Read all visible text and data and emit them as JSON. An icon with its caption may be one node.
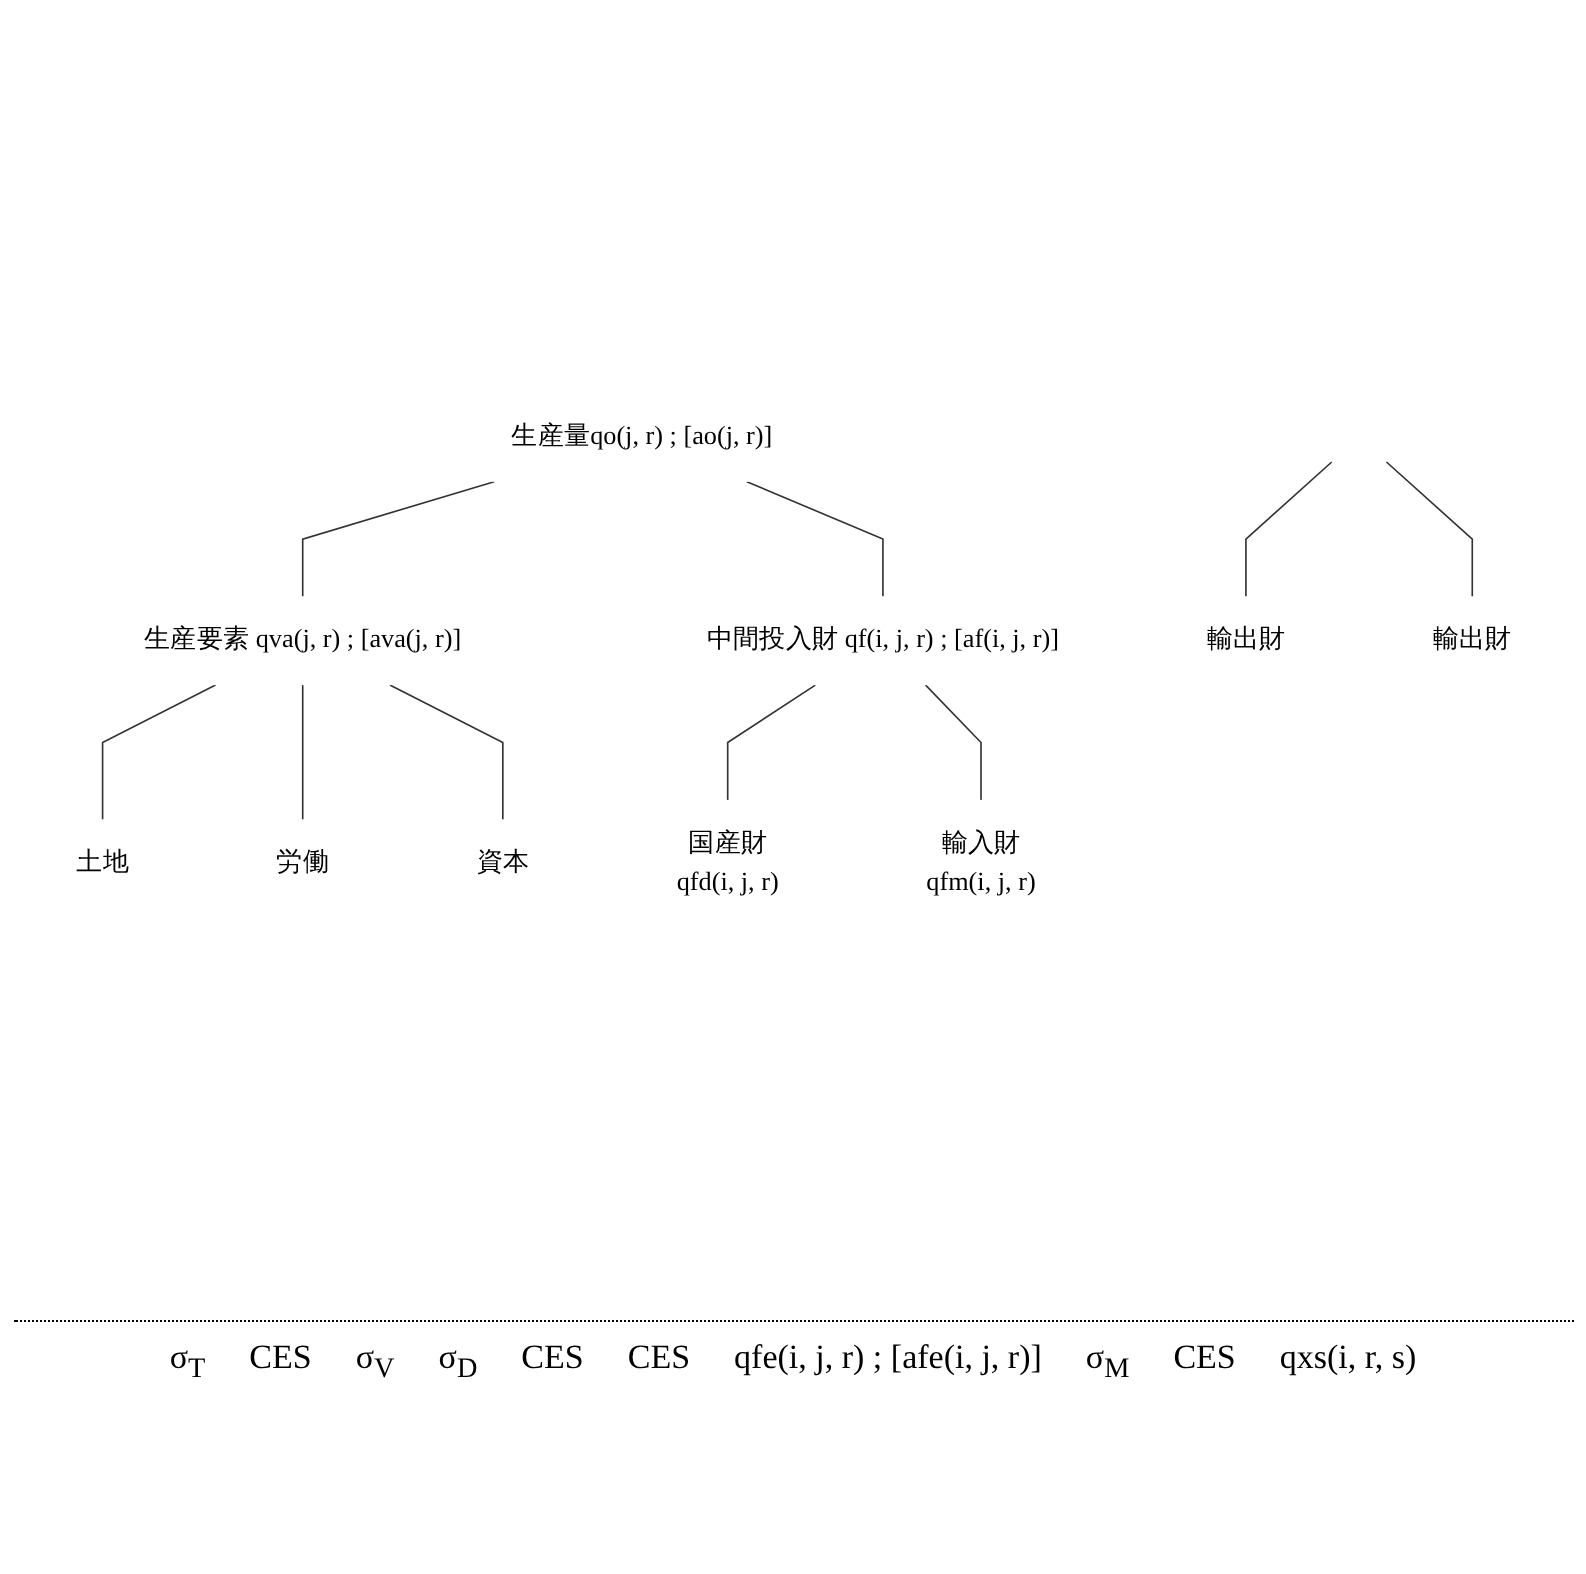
{
  "diagram": {
    "nodes": [
      {
        "text": [
          "生産量qo(j, r) ; [ao(j, r)]"
        ]
      },
      {
        "text": [
          "生産要素 qva(j, r) ; [ava(j, r)]"
        ]
      },
      {
        "text": [
          "中間投入財 qf(i, j, r) ; [af(i, j, r)]"
        ]
      },
      {
        "text": [
          "土地"
        ]
      },
      {
        "text": [
          "労働"
        ]
      },
      {
        "text": [
          "資本"
        ]
      },
      {
        "text": [
          "国産財",
          "qfd(i, j, r)"
        ]
      },
      {
        "text": [
          "輸入財",
          "qfm(i, j, r)"
        ]
      },
      {
        "text": [
          "輸出財"
        ]
      },
      {
        "text": [
          "輸出財"
        ]
      }
    ],
    "edges": [
      {
        "from": 0,
        "to": 1,
        "arrow": "none"
      },
      {
        "from": 0,
        "to": 2,
        "arrow": "none"
      },
      {
        "from": 1,
        "to": 3,
        "arrow": "none"
      },
      {
        "from": 1,
        "to": 4,
        "arrow": "none"
      },
      {
        "from": 1,
        "to": 5,
        "arrow": "none"
      },
      {
        "from": 2,
        "to": 6,
        "arrow": "none"
      },
      {
        "from": 2,
        "to": 7,
        "arrow": "none"
      },
      {
        "from": null,
        "to": 8,
        "arrow": "none"
      },
      {
        "from": null,
        "to": 9,
        "arrow": "none"
      }
    ],
    "labels": [
      "σ$_{T}$",
      "CES",
      "σ$_{V}$",
      "σ$_{D}$",
      "CES",
      "CES",
      "qfe(i, j, r) ; [afe(i, j, r)]",
      "σ$_{M}$",
      "CES",
      "qxs(i, r, s)"
    ]
  }
}
